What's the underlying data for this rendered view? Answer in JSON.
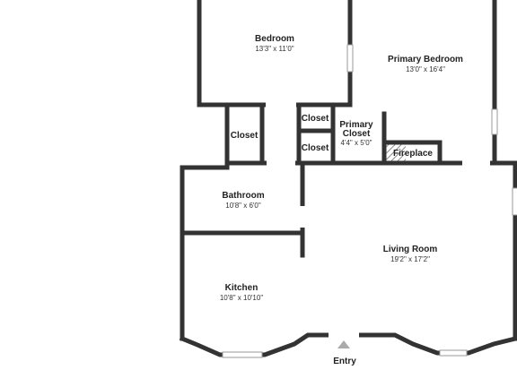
{
  "rooms": {
    "bedroom": {
      "name": "Bedroom",
      "dims": "13'3\" x 11'0\""
    },
    "primary_bedroom": {
      "name": "Primary Bedroom",
      "dims": "13'0\" x 16'4\""
    },
    "closet_left": {
      "name": "Closet"
    },
    "closet_top": {
      "name": "Closet"
    },
    "closet_bottom": {
      "name": "Closet"
    },
    "primary_closet": {
      "line1": "Primary",
      "line2": "Closet",
      "dims": "4'4\" x 5'0\""
    },
    "fireplace": {
      "name": "Fireplace"
    },
    "bathroom": {
      "name": "Bathroom",
      "dims": "10'8\" x 6'0\""
    },
    "living_room": {
      "name": "Living Room",
      "dims": "19'2\" x 17'2\""
    },
    "kitchen": {
      "name": "Kitchen",
      "dims": "10'8\" x 10'10\""
    }
  },
  "entry": {
    "label": "Entry"
  }
}
